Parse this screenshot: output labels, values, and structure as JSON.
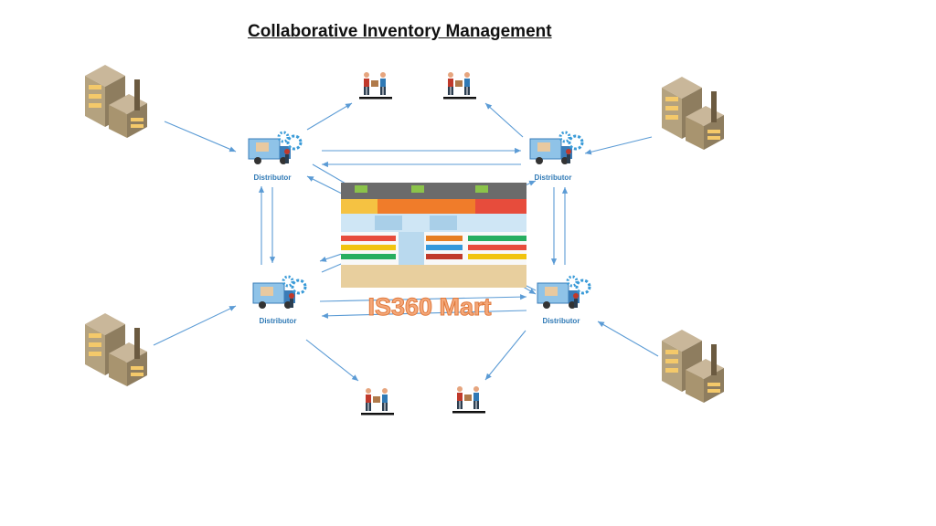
{
  "title": "Collaborative Inventory Management",
  "distributor_label": "Distributor",
  "mart_label": "IS360 Mart",
  "icons": {
    "factory": "factory-icon",
    "distributor": "delivery-truck-gear-icon",
    "customer": "customers-handshake-icon",
    "store": "supermarket-store-image"
  },
  "colors": {
    "arrow": "#5b9bd5",
    "distributor_text": "#2f79b5",
    "mart_text": "#f4a87a"
  }
}
